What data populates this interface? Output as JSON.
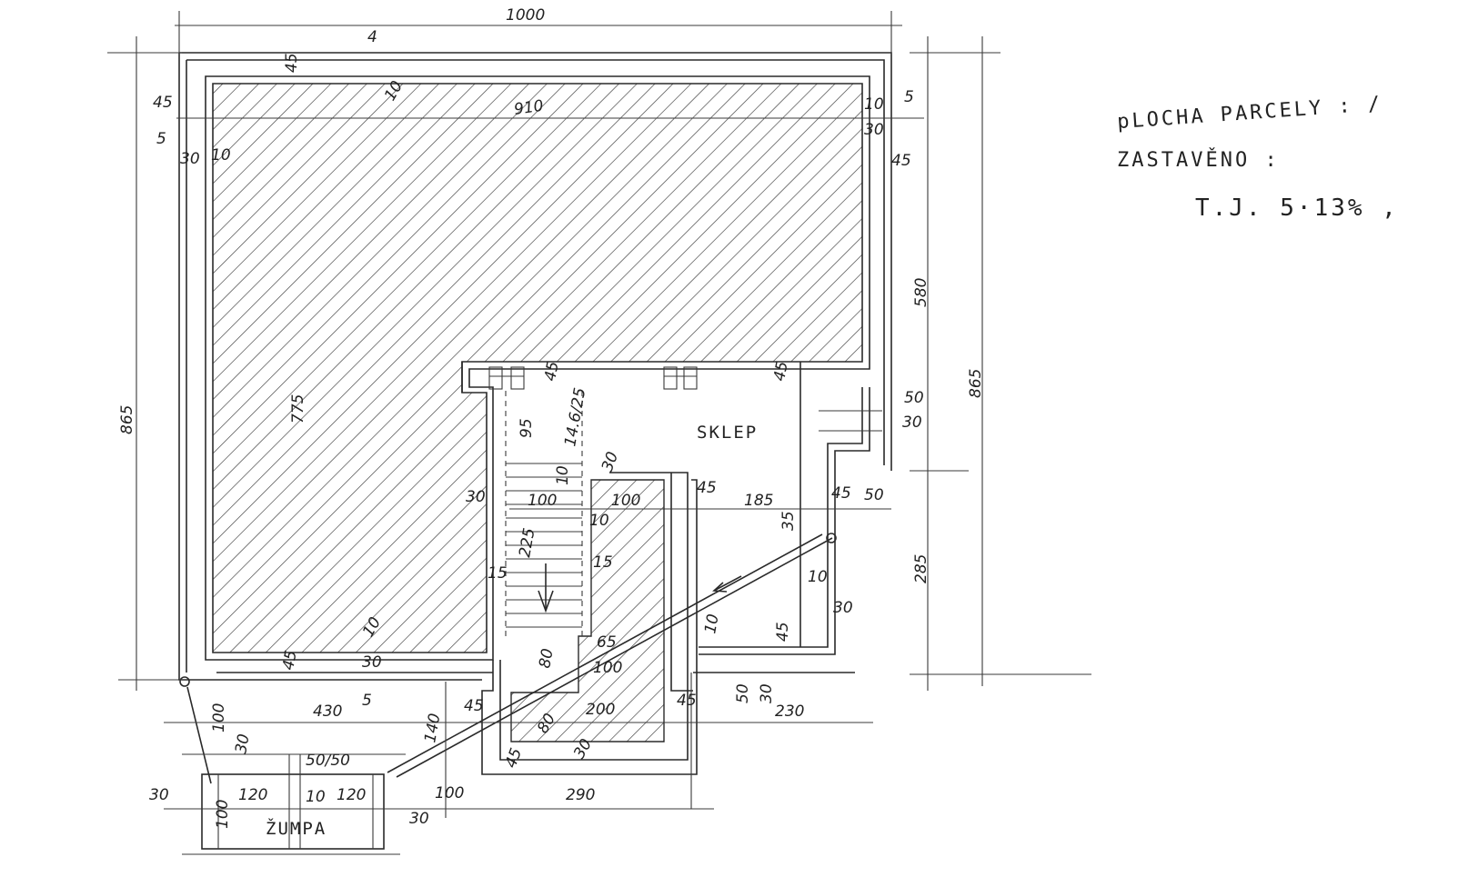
{
  "notes": {
    "line1": "pLOCHA PARCELY : /",
    "line2": "ZASTAVĚNO :",
    "line3": "T.J. 5·13% ,"
  },
  "rooms": {
    "cellar": "SKLEP",
    "cesspit": "ŽUMPA"
  },
  "dimensions": {
    "top_width": "1000",
    "inner_width": "910",
    "left_height": "865",
    "right_height": "865",
    "inner_height": "775",
    "right_upper": "580",
    "right_lower": "285",
    "wall_45_top_left": "45",
    "wall_45_top": "45",
    "wall_5_left": "5",
    "wall_30_left": "30",
    "wall_10_left": "10",
    "wall_4": "4",
    "wall_10_top": "10",
    "wall_10_right": "10",
    "wall_5_right": "5",
    "wall_30_right": "30",
    "wall_45_right": "45",
    "d45_a": "45",
    "d45_b": "45",
    "d50_right": "50",
    "d30_right": "30",
    "d95": "95",
    "d_stair": "14.6/25",
    "d10": "10",
    "d30_stair": "30",
    "d100_a": "100",
    "d100_b": "100",
    "d30_left": "30",
    "d45_c": "45",
    "d185": "185",
    "d45_d": "45",
    "d50_b": "50",
    "d35": "35",
    "d225": "225",
    "d15": "15",
    "d10_b": "10",
    "d10_c": "10",
    "d30_c": "30",
    "d45_e": "45",
    "d10_d": "10",
    "d80": "80",
    "d65": "65",
    "d100_c": "100",
    "d430": "430",
    "d45_f": "45",
    "d10_e": "10",
    "d30_d": "30",
    "d5": "5",
    "d140": "140",
    "d45_g": "45",
    "d200": "200",
    "d45_h": "45",
    "d50_c": "50",
    "d30_e": "30",
    "d230": "230",
    "d100_d": "100",
    "d30_f": "30",
    "d50_50": "50/50",
    "d30_g": "30",
    "d120_a": "120",
    "d10_f": "10",
    "d120_b": "120",
    "d100_e": "100",
    "d30_h": "30",
    "d290": "290",
    "d100_f": "100",
    "d80_b": "80",
    "d30_i": "30",
    "d45_i": "45",
    "d15_b": "15"
  }
}
